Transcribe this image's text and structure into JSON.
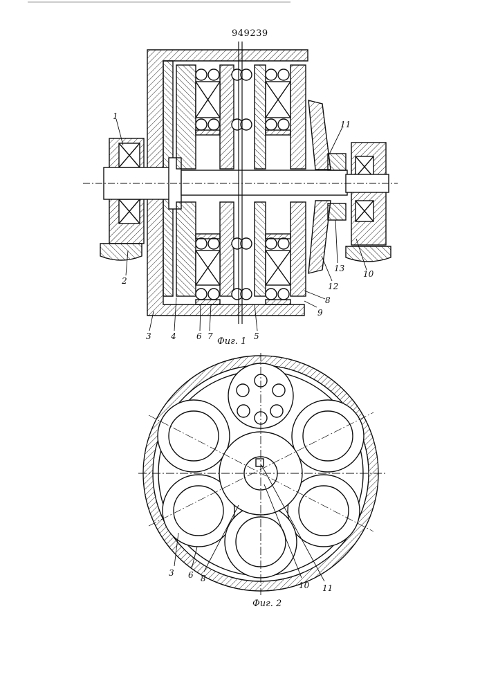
{
  "document": {
    "patent_number": "949239"
  },
  "figure1": {
    "caption": "Фиг. 1",
    "labels": [
      "1",
      "2",
      "3",
      "4",
      "6",
      "7",
      "5",
      "8",
      "9",
      "10",
      "11",
      "12",
      "13"
    ]
  },
  "figure2": {
    "caption": "Фиг. 2",
    "labels": [
      "3",
      "6",
      "8",
      "10",
      "11"
    ]
  }
}
